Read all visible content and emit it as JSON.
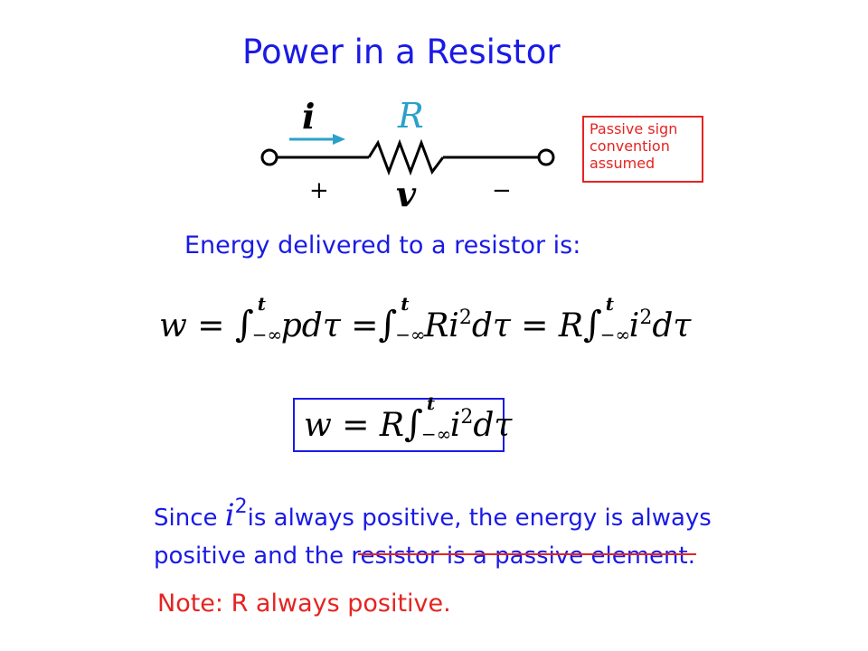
{
  "title": "Power in a Resistor",
  "circuit": {
    "current_label": "i",
    "resistor_label": "R",
    "plus": "+",
    "voltage_label": "v",
    "minus": "−"
  },
  "note_box": {
    "line1": "Passive sign",
    "line2": "convention",
    "line3": "assumed"
  },
  "energy_text": "Energy delivered to a resistor is:",
  "equation1": {
    "w": "w",
    "eq": " = ",
    "int": "∫",
    "up": "t",
    "lo": "−∞",
    "p1": "pdτ",
    "eq2": " =",
    "p2": "Ri",
    "sq": "2",
    "p3": "dτ",
    "eq3": " = R",
    "p4": "i",
    "p5": "dτ"
  },
  "equation2": {
    "w": "w",
    "eq": " = R",
    "int": "∫",
    "up": "t",
    "lo": "−∞",
    "i": "i",
    "sq": "2",
    "d": "dτ"
  },
  "since_text": {
    "since": "Since ",
    "i": "i",
    "sq": "2",
    "rest1": "is always positive, the energy is always",
    "line2": "positive and the resistor is a passive element."
  },
  "note": "Note: R always positive.",
  "colors": {
    "blue": "#1a1ae6",
    "red": "#e52421",
    "cyan": "#2aa1c9"
  }
}
